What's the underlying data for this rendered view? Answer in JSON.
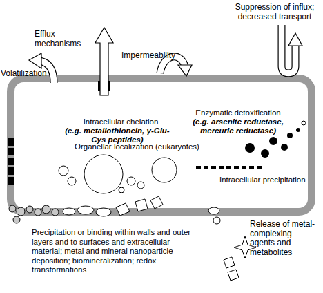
{
  "diagram": {
    "nodes": [
      {
        "text": [
          "Intracellular chelation",
          "(e.g. metallothionein, γ-Glu-Cys peptides)",
          "Enzymatic detoxification",
          "(e.g. arsenite reductase, mercuric reductase)",
          "Organellar localization (eukaryotes)",
          "Intracellular precipitation"
        ]
      }
    ],
    "labels": [
      "Efflux mechanisms",
      "Suppression of influx; decreased transport",
      "Impermeability",
      "Volatilization",
      "Precipitation or binding within walls and outer layers and to surfaces and extracellular material; metal and mineral nanoparticle deposition; biomineralization; redox transformations",
      "Release of metal-complexing agents and metabolites"
    ]
  }
}
